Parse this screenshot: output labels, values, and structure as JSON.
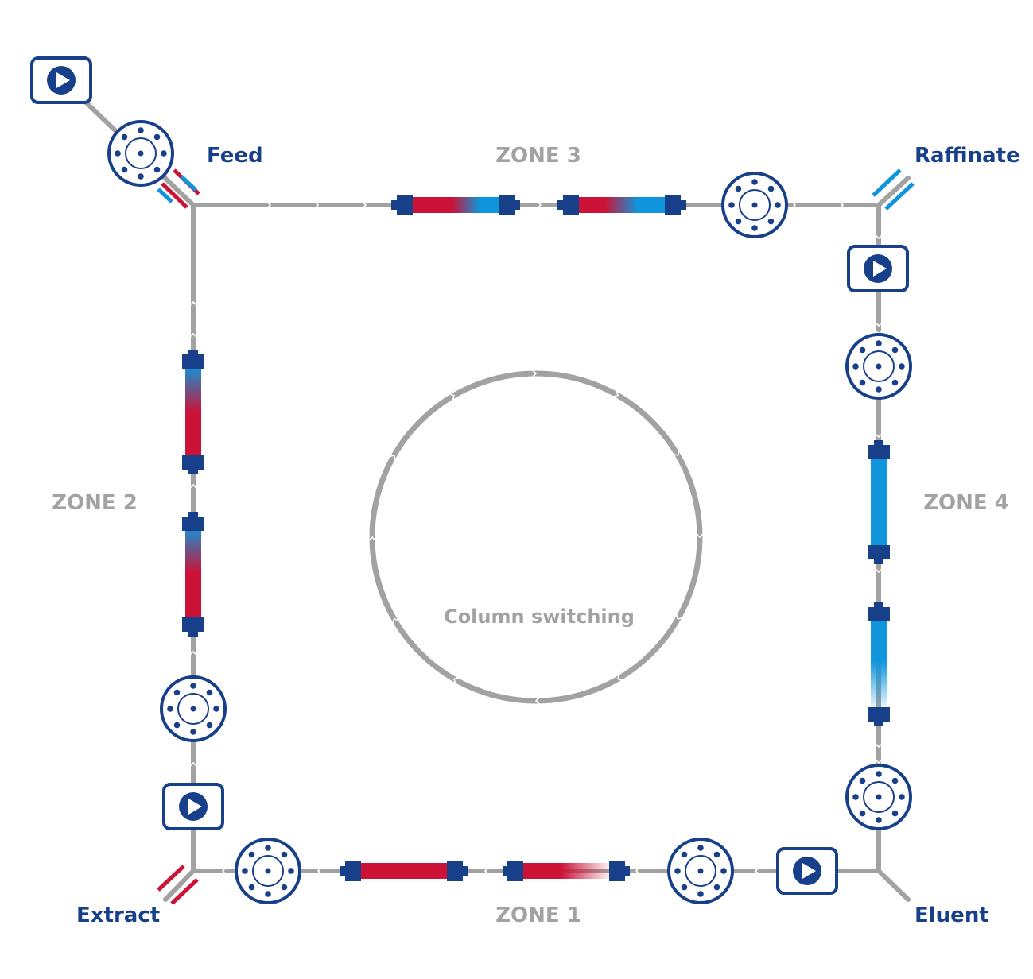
{
  "labels": {
    "feed": "Feed",
    "raffinate": "Raffinate",
    "extract": "Extract",
    "eluent": "Eluent",
    "zone1": "ZONE 1",
    "zone2": "ZONE 2",
    "zone3": "ZONE 3",
    "zone4": "ZONE 4",
    "center": "Column switching"
  },
  "colors": {
    "navy": "#173f8a",
    "pipe": "#a2a2a2",
    "zone_text": "#a2a2a2",
    "red": "#cc1236",
    "blue": "#0e95dc"
  },
  "icons": {
    "pump": "pump-icon (play triangle in rounded box)",
    "valve": "valve-icon (circle with ports)"
  }
}
